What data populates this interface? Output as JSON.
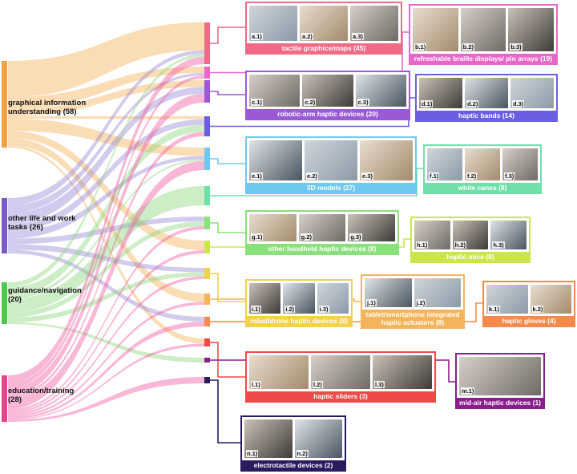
{
  "colors": {
    "graphical": "#f5b15c",
    "life": "#9b8bd8",
    "guidance": "#8fd67f",
    "education": "#ef5fa4"
  },
  "categories": [
    {
      "id": "graphical",
      "label": "graphical information understanding (58)",
      "color": "#f5a340"
    },
    {
      "id": "life",
      "label": "other life and work tasks (26)",
      "color": "#7a5ac8"
    },
    {
      "id": "guidance",
      "label": "guidance/navigation (20)",
      "color": "#4cc94a"
    },
    {
      "id": "education",
      "label": "education/training (28)",
      "color": "#e6438e"
    }
  ],
  "devices": [
    {
      "key": "a",
      "caption": "tactile graphics/maps (45)",
      "color": "#f06b86",
      "thumbs": [
        "a.1)",
        "a.2)",
        "a.3)"
      ]
    },
    {
      "key": "b",
      "caption": "refreshable braille displays/ pin arrays (19)",
      "color": "#e966c9",
      "thumbs": [
        "b.1)",
        "b.2)",
        "b.3)"
      ]
    },
    {
      "key": "c",
      "caption": "robotic-arm haptic devices (20)",
      "color": "#9b59d6",
      "thumbs": [
        "c.1)",
        "c.2)",
        "c.3)"
      ]
    },
    {
      "key": "d",
      "caption": "haptic bands (14)",
      "color": "#6a5fe0",
      "thumbs": [
        "d.1)",
        "d.2)",
        "d.3)"
      ]
    },
    {
      "key": "e",
      "caption": "3D models (27)",
      "color": "#6fc8ef",
      "thumbs": [
        "e.1)",
        "e.2)",
        "e.3)"
      ]
    },
    {
      "key": "f",
      "caption": "white canes (8)",
      "color": "#6fe0a8",
      "thumbs": [
        "f.1)",
        "f.2)",
        "f.3)"
      ]
    },
    {
      "key": "g",
      "caption": "other handheld haptic devices (8)",
      "color": "#8ae07a",
      "thumbs": [
        "g.1)",
        "g.2)",
        "g.3)"
      ]
    },
    {
      "key": "h",
      "caption": "haptic mice (8)",
      "color": "#c9e64a",
      "thumbs": [
        "h.1)",
        "h.2)",
        "h.3)"
      ]
    },
    {
      "key": "i",
      "caption": "robot/drone haptic devices (8)",
      "color": "#f2d24a",
      "thumbs": [
        "i.1)",
        "i.2)",
        "i.3)"
      ]
    },
    {
      "key": "j",
      "caption": "tablet/smartphone integrated haptic actuators (8)",
      "color": "#f5b45a",
      "thumbs": [
        "j.1)",
        "j.2)"
      ]
    },
    {
      "key": "k",
      "caption": "haptic gloves (4)",
      "color": "#f58a4a",
      "thumbs": [
        "k.1)",
        "k.2)"
      ]
    },
    {
      "key": "l",
      "caption": "haptic sliders (3)",
      "color": "#ee4a4a",
      "thumbs": [
        "l.1)",
        "l.2)",
        "l.3)"
      ]
    },
    {
      "key": "m",
      "caption": "mid-air haptic devices (1)",
      "color": "#8a1e8c",
      "thumbs": [
        "m.1)"
      ]
    },
    {
      "key": "n",
      "caption": "electrotactile devices (2)",
      "color": "#2a1a5e",
      "thumbs": [
        "n.1)",
        "n.2)"
      ]
    }
  ],
  "flows": [
    {
      "from": "graphical",
      "to": "a",
      "value": 30
    },
    {
      "from": "graphical",
      "to": "b",
      "value": 10
    },
    {
      "from": "graphical",
      "to": "c",
      "value": 6
    },
    {
      "from": "graphical",
      "to": "d",
      "value": 2
    },
    {
      "from": "graphical",
      "to": "e",
      "value": 10
    },
    {
      "from": "graphical",
      "to": "h",
      "value": 6
    },
    {
      "from": "graphical",
      "to": "j",
      "value": 6
    },
    {
      "from": "graphical",
      "to": "l",
      "value": 2
    },
    {
      "from": "life",
      "to": "a",
      "value": 4
    },
    {
      "from": "life",
      "to": "b",
      "value": 4
    },
    {
      "from": "life",
      "to": "c",
      "value": 6
    },
    {
      "from": "life",
      "to": "d",
      "value": 4
    },
    {
      "from": "life",
      "to": "e",
      "value": 4
    },
    {
      "from": "life",
      "to": "g",
      "value": 3
    },
    {
      "from": "life",
      "to": "i",
      "value": 3
    },
    {
      "from": "life",
      "to": "k",
      "value": 2
    },
    {
      "from": "guidance",
      "to": "a",
      "value": 3
    },
    {
      "from": "guidance",
      "to": "d",
      "value": 5
    },
    {
      "from": "guidance",
      "to": "e",
      "value": 2
    },
    {
      "from": "guidance",
      "to": "f",
      "value": 8
    },
    {
      "from": "guidance",
      "to": "g",
      "value": 3
    },
    {
      "from": "guidance",
      "to": "i",
      "value": 3
    },
    {
      "from": "guidance",
      "to": "m",
      "value": 1
    },
    {
      "from": "education",
      "to": "a",
      "value": 8
    },
    {
      "from": "education",
      "to": "b",
      "value": 5
    },
    {
      "from": "education",
      "to": "c",
      "value": 8
    },
    {
      "from": "education",
      "to": "d",
      "value": 3
    },
    {
      "from": "education",
      "to": "e",
      "value": 11
    },
    {
      "from": "education",
      "to": "g",
      "value": 2
    },
    {
      "from": "education",
      "to": "h",
      "value": 2
    },
    {
      "from": "education",
      "to": "i",
      "value": 2
    },
    {
      "from": "education",
      "to": "j",
      "value": 2
    },
    {
      "from": "education",
      "to": "k",
      "value": 2
    },
    {
      "from": "education",
      "to": "l",
      "value": 1
    },
    {
      "from": "education",
      "to": "n",
      "value": 2
    }
  ]
}
